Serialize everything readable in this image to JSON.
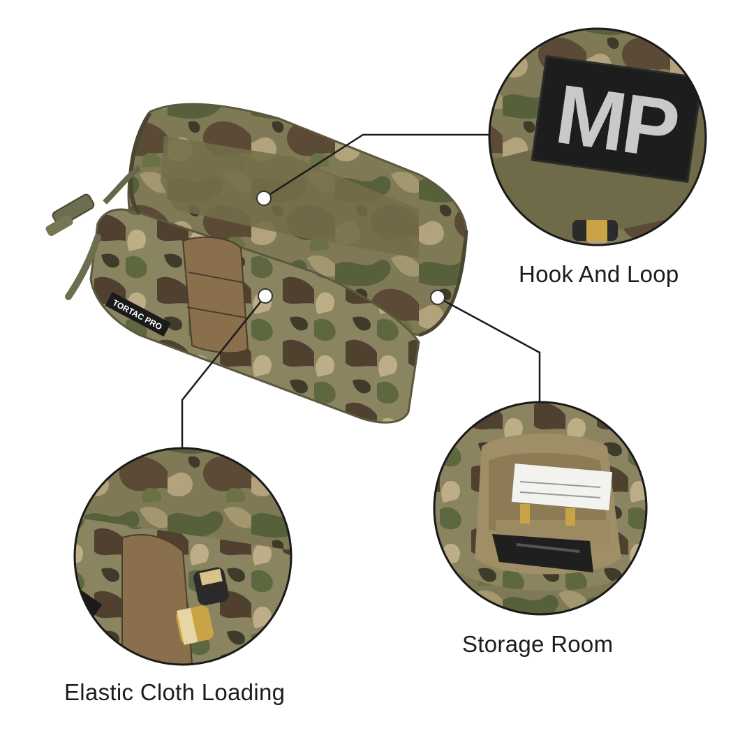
{
  "brand": {
    "label": "TORTAC PRO"
  },
  "patch": {
    "text": "MP"
  },
  "features": {
    "hook_loop": {
      "label": "Hook And Loop"
    },
    "storage": {
      "label": "Storage Room"
    },
    "elastic": {
      "label": "Elastic Cloth Loading"
    }
  },
  "colors": {
    "camo_base": "#7f7a55",
    "camo_dark_green": "#56603b",
    "camo_brown": "#5b4a36",
    "camo_tan": "#b3a37d",
    "patch_black": "#1d1d1d",
    "leader_line": "#1a1a1a"
  }
}
